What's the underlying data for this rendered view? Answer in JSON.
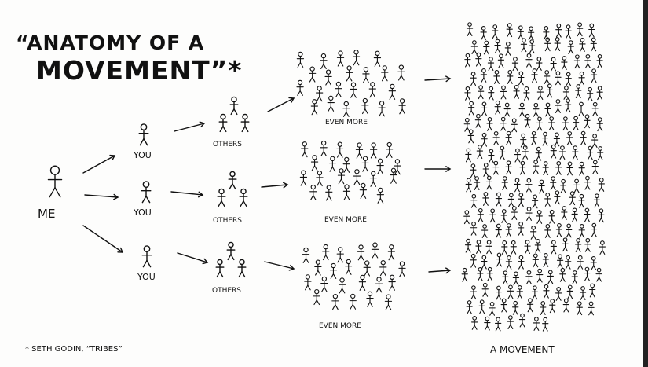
{
  "title": {
    "line1": "“ANATOMY OF A",
    "line2": "MOVEMENT”*"
  },
  "labels": {
    "me": "ME",
    "you": "YOU",
    "others": "OTHERS",
    "even_more": "EVEN MORE",
    "movement": "A MOVEMENT"
  },
  "footnote": "* SETH GODIN, “TRIBES”",
  "colors": {
    "ink": "#111111",
    "paper": "#fdfdfc"
  },
  "icons": [
    "stick-figure-icon",
    "arrow-icon"
  ]
}
